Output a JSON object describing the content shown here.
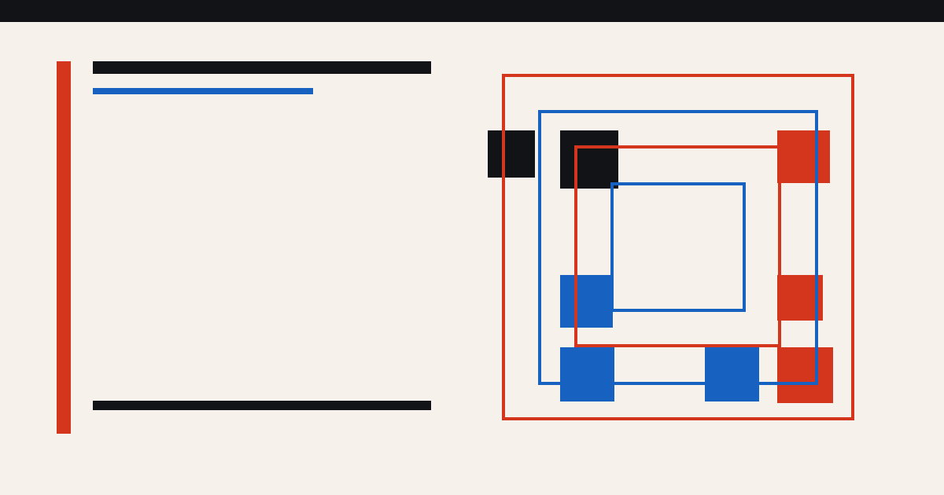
{
  "colors": {
    "background": "#F6F2EB",
    "dark": "#121316",
    "red": "#D4361D",
    "blue": "#1761C0"
  },
  "composition": {
    "style": "abstract geometric",
    "frames": [
      {
        "name": "outer-red-frame",
        "color": "red"
      },
      {
        "name": "blue-frame",
        "color": "blue"
      },
      {
        "name": "inner-red-frame",
        "color": "red"
      },
      {
        "name": "inner-blue-frame",
        "color": "blue"
      }
    ],
    "blocks": [
      {
        "name": "black-block-left",
        "color": "dark"
      },
      {
        "name": "black-block",
        "color": "dark"
      },
      {
        "name": "red-block-top-right",
        "color": "red"
      },
      {
        "name": "blue-block-mid-left",
        "color": "blue"
      },
      {
        "name": "red-block-mid-right",
        "color": "red"
      },
      {
        "name": "blue-block-bottom-left",
        "color": "blue"
      },
      {
        "name": "blue-block-bottom-center",
        "color": "blue"
      },
      {
        "name": "red-block-bottom-right",
        "color": "red"
      }
    ]
  }
}
